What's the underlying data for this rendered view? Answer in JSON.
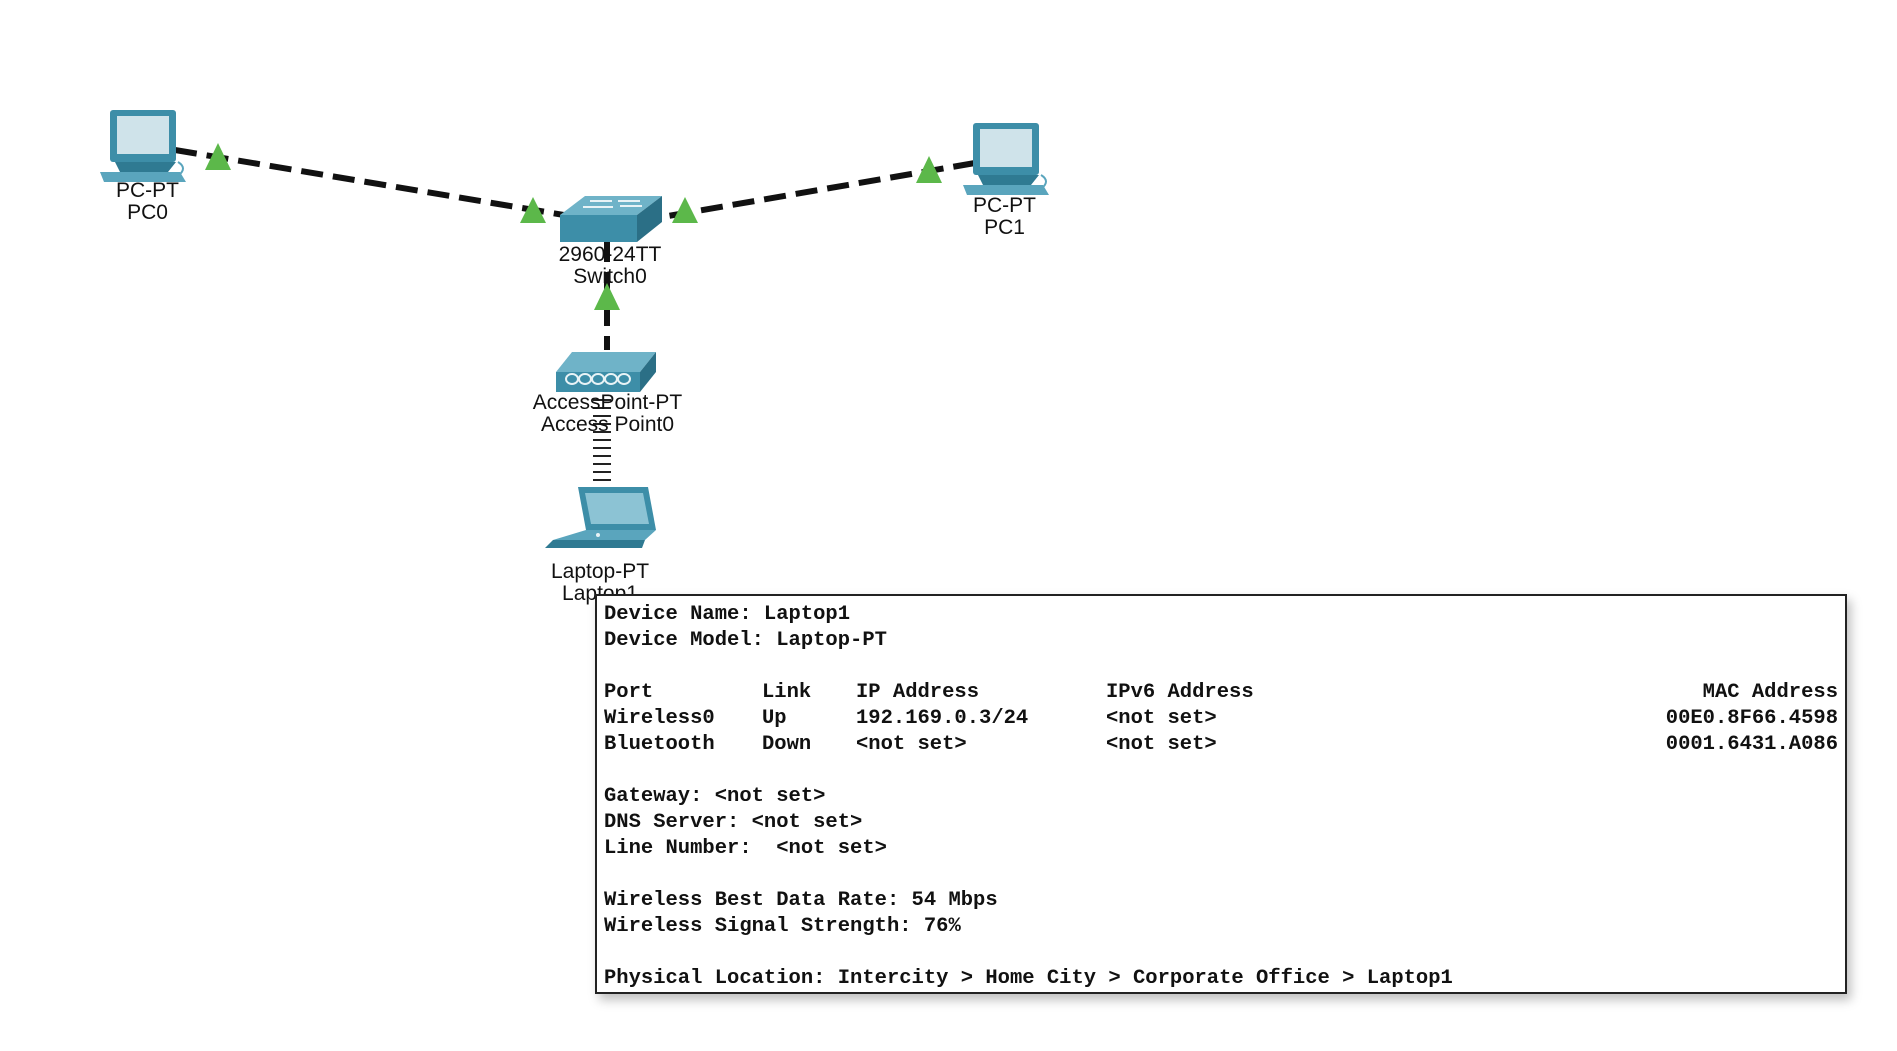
{
  "devices": {
    "pc0": {
      "model": "PC-PT",
      "name": "PC0"
    },
    "pc1": {
      "model": "PC-PT",
      "name": "PC1"
    },
    "switch0": {
      "model": "2960-24TT",
      "name": "Switch0"
    },
    "ap0": {
      "model": "AccessPoint-PT",
      "name": "Access Point0"
    },
    "laptop1": {
      "model": "Laptop-PT",
      "name": "Laptop1"
    }
  },
  "link_status_color": "#5cb84a",
  "device_color": "#3d8ea8",
  "tooltip": {
    "device_name": "Device Name: Laptop1",
    "device_model": "Device Model: Laptop-PT",
    "headers": [
      "Port",
      "Link",
      "IP Address",
      "IPv6 Address",
      "MAC Address"
    ],
    "ports": [
      {
        "port": "Wireless0",
        "link": "Up",
        "ip": "192.169.0.3/24",
        "ipv6": "<not set>",
        "mac": "00E0.8F66.4598"
      },
      {
        "port": "Bluetooth",
        "link": "Down",
        "ip": "<not set>",
        "ipv6": "<not set>",
        "mac": "0001.6431.A086"
      }
    ],
    "gateway": "Gateway: <not set>",
    "dns": "DNS Server: <not set>",
    "line_number": "Line Number:  <not set>",
    "data_rate": "Wireless Best Data Rate: 54 Mbps",
    "signal": "Wireless Signal Strength: 76%",
    "location": "Physical Location: Intercity > Home City > Corporate Office > Laptop1"
  }
}
